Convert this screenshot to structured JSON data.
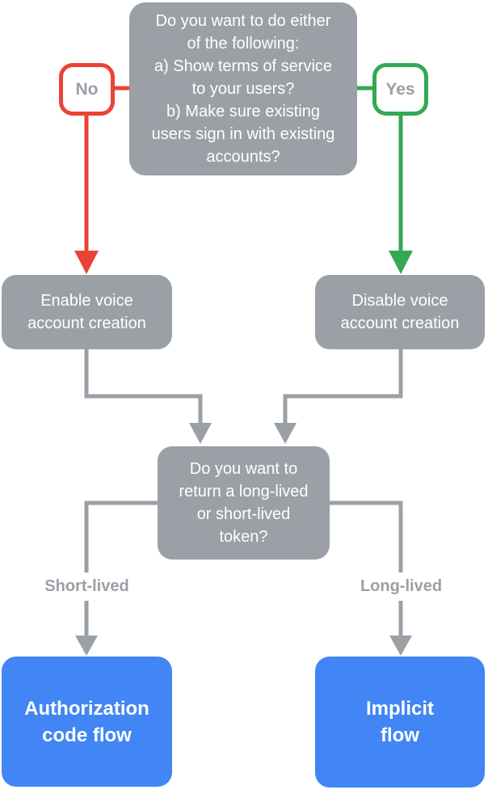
{
  "colors": {
    "gray": "#9AA0A6",
    "red": "#EA4335",
    "green": "#34A853",
    "blue": "#4285F4",
    "node-text": "#FFFFFF",
    "label-text": "#9AA0A6"
  },
  "flowchart": {
    "top_question": "Do you want to do either\nof the following:\na) Show terms of service\nto your users?\nb) Make sure existing\nusers sign in with existing\naccounts?",
    "no_label": "No",
    "yes_label": "Yes",
    "enable_voice": "Enable voice\naccount creation",
    "disable_voice": "Disable voice\naccount creation",
    "token_question": "Do you want to\nreturn a long-lived\nor short-lived\ntoken?",
    "short_lived_label": "Short-lived",
    "long_lived_label": "Long-lived",
    "authorization_flow": "Authorization\ncode flow",
    "implicit_flow": "Implicit\nflow"
  }
}
